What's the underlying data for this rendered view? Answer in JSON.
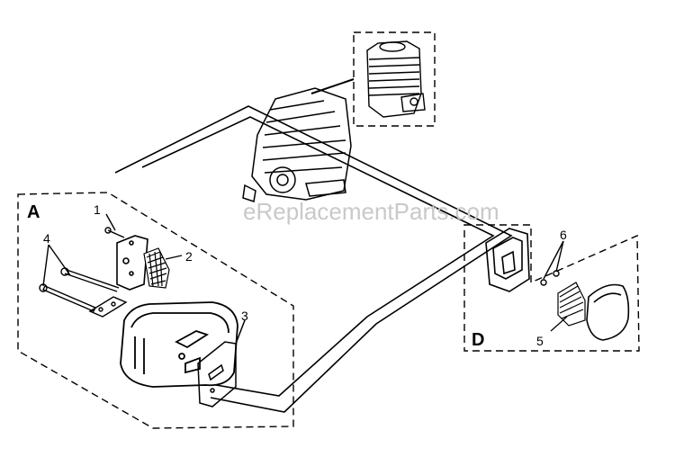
{
  "watermark": "eReplacementParts.com",
  "sections": {
    "a": "A",
    "d": "D"
  },
  "callouts": {
    "c1": "1",
    "c2": "2",
    "c3": "3",
    "c4": "4",
    "c5": "5",
    "c6": "6"
  },
  "colors": {
    "line": "#000000",
    "background": "#ffffff",
    "watermark": "#c9c9c9"
  }
}
